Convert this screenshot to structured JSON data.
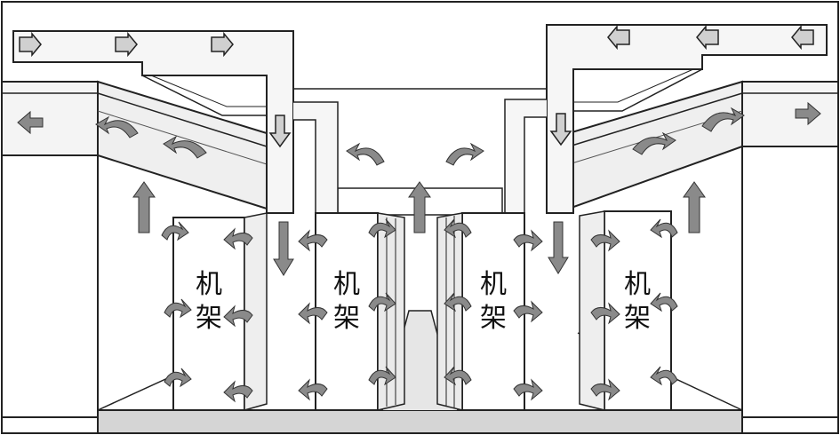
{
  "racks": [
    {
      "label_line1": "机",
      "label_line2": "架"
    },
    {
      "label_line1": "机",
      "label_line2": "架"
    },
    {
      "label_line1": "机",
      "label_line2": "架"
    },
    {
      "label_line1": "机",
      "label_line2": "架"
    }
  ],
  "colors": {
    "line": "#222222",
    "arrow_fill": "#8a8a8a",
    "duct_fill": "#f2f2f2",
    "floor_fill": "#d9d9d9",
    "beam_fill": "#d6d6d6"
  }
}
